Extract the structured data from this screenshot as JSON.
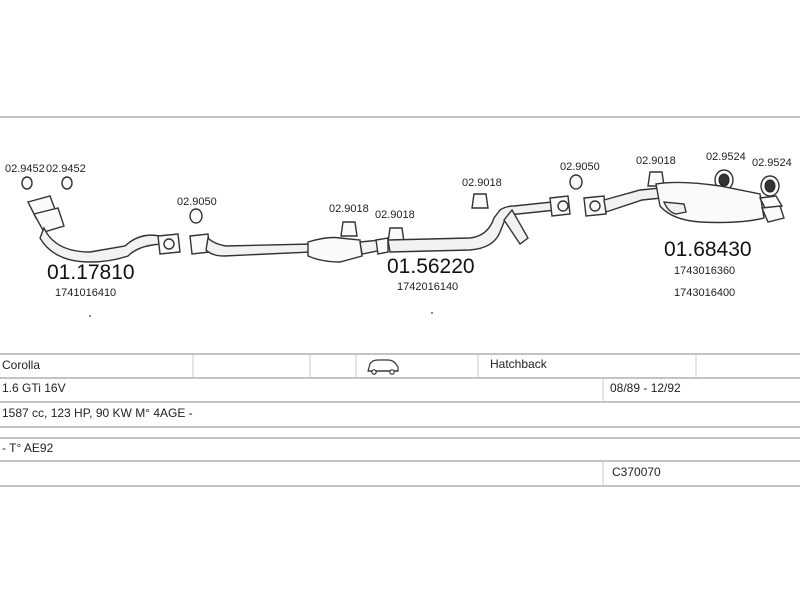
{
  "components": {
    "ring_1": "02.9452",
    "ring_2": "02.9452",
    "front_pipe_number": "01.17810",
    "front_pipe_oem": "1741016410",
    "gasket_1": "02.9050",
    "clamp_1": "02.9018",
    "clamp_2": "02.9018",
    "middle_silencer_number": "01.56220",
    "middle_silencer_oem": "1742016140",
    "clamp_3": "02.9018",
    "gasket_2": "02.9050",
    "clamp_4": "02.9018",
    "rubber_1": "02.9524",
    "rubber_2": "02.9524",
    "rear_silencer_number": "01.68430",
    "rear_silencer_oem_1": "1743016360",
    "rear_silencer_oem_2": "1743016400"
  },
  "vehicle": {
    "model": "Corolla",
    "body": "Hatchback",
    "body_icon": "car-icon",
    "engine": "1.6 GTi 16V",
    "period": "08/89 - 12/92",
    "specs": "1587 cc, 123 HP, 90 KW M° 4AGE -",
    "type_code": "- T° AE92",
    "catalog_code": "C370070"
  }
}
